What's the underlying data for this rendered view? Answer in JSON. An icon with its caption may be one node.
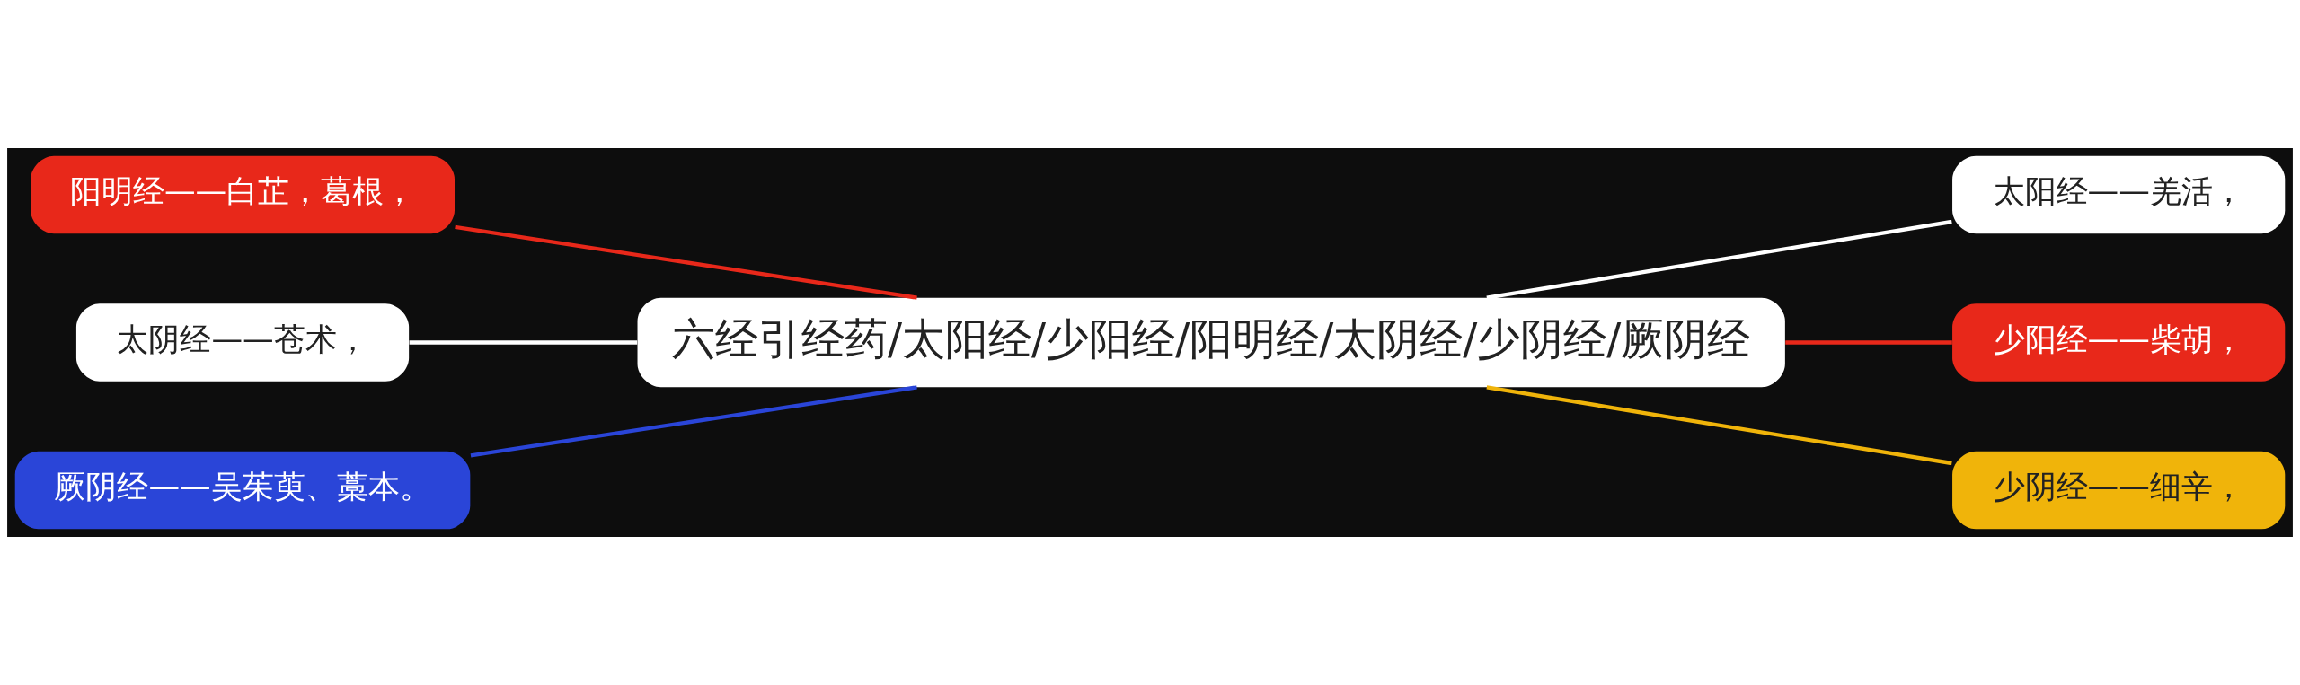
{
  "diagram": {
    "nodes": [
      {
        "text": [
          "六经引经药/太阳经/少阳经/阳明经/太阴经/少阴经/厥阴经"
        ]
      },
      {
        "text": [
          "阳明经——白芷，葛根，"
        ]
      },
      {
        "text": [
          "太阴经——苍术，"
        ]
      },
      {
        "text": [
          "厥阴经——吴茱萸、藁本。"
        ]
      },
      {
        "text": [
          "太阳经——羌活，"
        ]
      },
      {
        "text": [
          "少阳经——柴胡，"
        ]
      },
      {
        "text": [
          "少阴经——细辛，"
        ]
      }
    ],
    "edges": [
      {
        "from": 0,
        "to": 1,
        "arrow": "none",
        "color": "#e8281a"
      },
      {
        "from": 0,
        "to": 2,
        "arrow": "none",
        "color": "#ffffff"
      },
      {
        "from": 0,
        "to": 3,
        "arrow": "none",
        "color": "#2a45d8"
      },
      {
        "from": 0,
        "to": 4,
        "arrow": "none",
        "color": "#ffffff"
      },
      {
        "from": 0,
        "to": 5,
        "arrow": "none",
        "color": "#e8281a"
      },
      {
        "from": 0,
        "to": 6,
        "arrow": "none",
        "color": "#f0b40a"
      }
    ]
  }
}
